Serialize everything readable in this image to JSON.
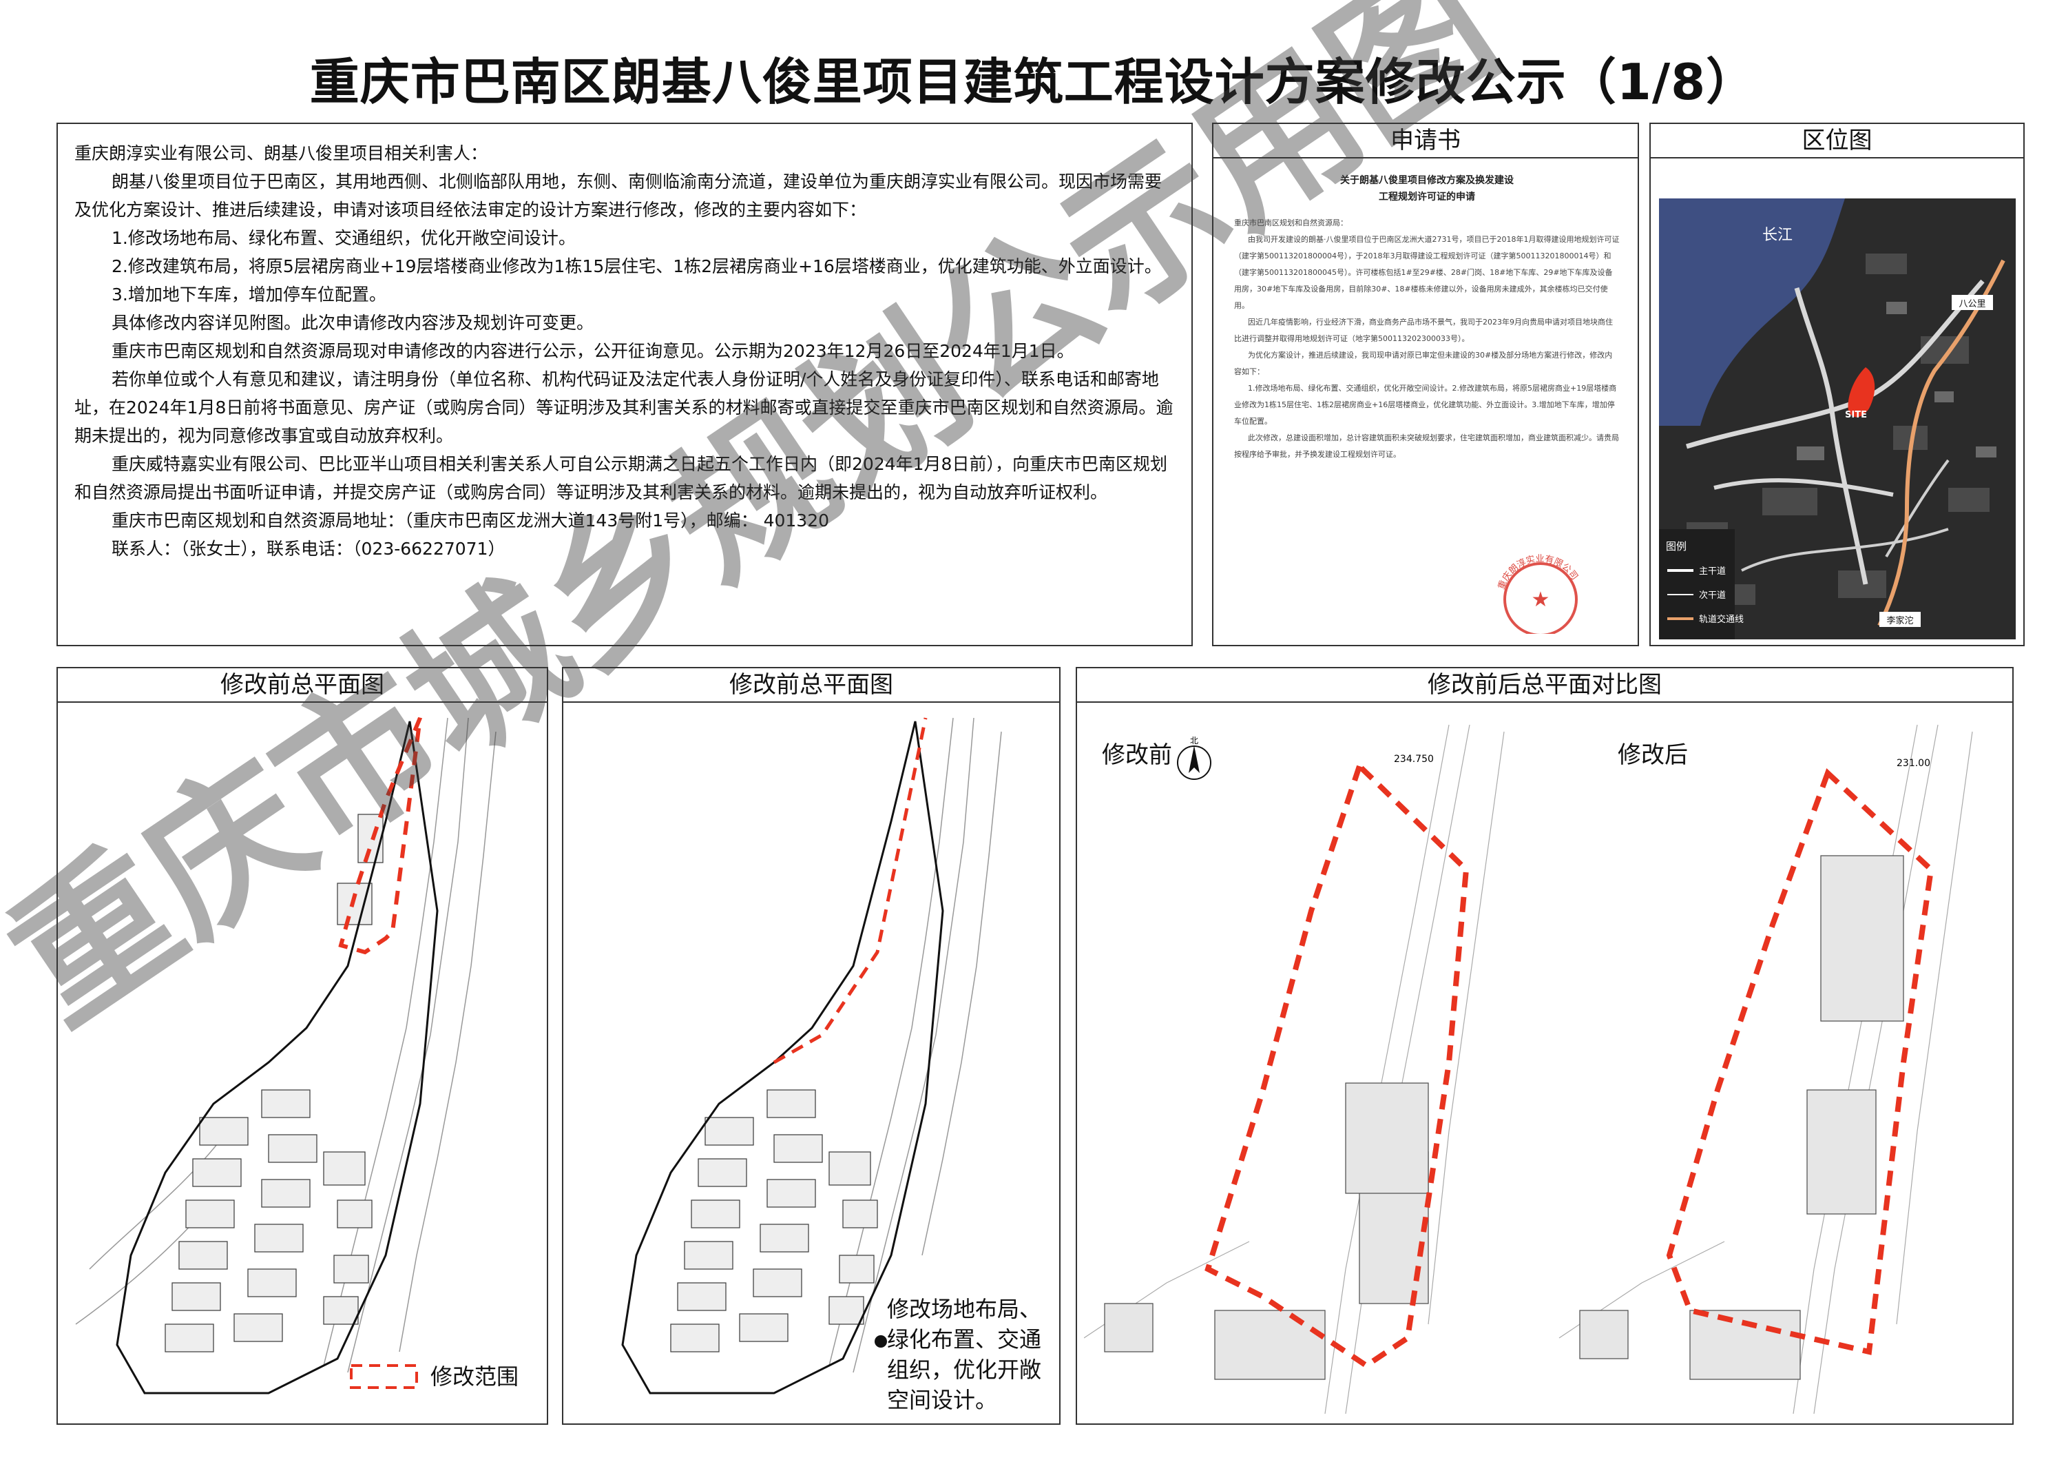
{
  "title": "重庆市巴南区朗基八俊里项目建筑工程设计方案修改公示（1/8）",
  "notice": {
    "greeting": "重庆朗淳实业有限公司、朗基八俊里项目相关利害人：",
    "p1": "朗基八俊里项目位于巴南区，其用地西侧、北侧临部队用地，东侧、南侧临渝南分流道，建设单位为重庆朗淳实业有限公司。现因市场需要及优化方案设计、推进后续建设，申请对该项目经依法审定的设计方案进行修改，修改的主要内容如下：",
    "item1": "1.修改场地布局、绿化布置、交通组织，优化开敞空间设计。",
    "item2": "2.修改建筑布局，将原5层裙房商业+19层塔楼商业修改为1栋15层住宅、1栋2层裙房商业+16层塔楼商业，优化建筑功能、外立面设计。",
    "item3": "3.增加地下车库，增加停车位配置。",
    "p2": "具体修改内容详见附图。此次申请修改内容涉及规划许可变更。",
    "p3": "重庆市巴南区规划和自然资源局现对申请修改的内容进行公示，公开征询意见。公示期为2023年12月26日至2024年1月1日。",
    "p4": "若你单位或个人有意见和建议，请注明身份（单位名称、机构代码证及法定代表人身份证明/个人姓名及身份证复印件）、联系电话和邮寄地址，在2024年1月8日前将书面意见、房产证（或购房合同）等证明涉及其利害关系的材料邮寄或直接提交至重庆市巴南区规划和自然资源局。逾期未提出的，视为同意修改事宜或自动放弃权利。",
    "p5": "重庆威特嘉实业有限公司、巴比亚半山项目相关利害关系人可自公示期满之日起五个工作日内（即2024年1月8日前），向重庆市巴南区规划和自然资源局提出书面听证申请，并提交房产证（或购房合同）等证明涉及其利害关系的材料。逾期未提出的，视为自动放弃听证权利。",
    "p6": "重庆市巴南区规划和自然资源局地址：（重庆市巴南区龙洲大道143号附1号），邮编： 401320",
    "p7": "联系人：（张女士），联系电话：（023-66227071）"
  },
  "application": {
    "panel_title": "申请书",
    "doc_title_line1": "关于朗基八俊里项目修改方案及换发建设",
    "doc_title_line2": "工程规划许可证的申请",
    "addressee": "重庆市巴南区规划和自然资源局：",
    "body1": "由我司开发建设的朗基·八俊里项目位于巴南区龙洲大道2731号，项目已于2018年1月取得建设用地规划许可证（建字第500113201800004号），于2018年3月取得建设工程规划许可证（建字第500113201800014号）和（建字第500113201800045号）。许可楼栋包括1#至29#楼、28#门岗、18#地下车库、29#地下车库及设备用房，30#地下车库及设备用房，目前除30#、18#楼栋未修建以外，设备用房未建成外，其余楼栋均已交付使用。",
    "body2": "因近几年疫情影响，行业经济下滑，商业商务产品市场不景气，我司于2023年9月向贵局申请对项目地块商住比进行调整并取得用地规划许可证（地字第500113202300033号）。",
    "body3": "为优化方案设计，推进后续建设，我司现申请对原已审定但未建设的30#楼及部分场地方案进行修改，修改内容如下：",
    "body4": "1.修改场地布局、绿化布置、交通组织，优化开敞空间设计。2.修改建筑布局，将原5层裙房商业+19层塔楼商业修改为1栋15层住宅、1栋2层裙房商业+16层塔楼商业，优化建筑功能、外立面设计。3.增加地下车库，增加停车位配置。",
    "body5": "此次修改，总建设面积增加，总计容建筑面积未突破规划要求，住宅建筑面积增加，商业建筑面积减少。请贵局按程序给予审批，并予换发建设工程规划许可证。",
    "seal": "重庆朗淳实业有限公司"
  },
  "location": {
    "panel_title": "区位图",
    "river": "长江",
    "site": "SITE",
    "legend_title": "图例",
    "legend_main": "主干道",
    "legend_secondary": "次干道",
    "legend_metro": "轨道交通线",
    "station1": "八公里",
    "station2": "李家沱"
  },
  "plan_before": {
    "panel_title": "修改前总平面图",
    "legend_label": "修改范围"
  },
  "plan_after": {
    "panel_title": "修改前总平面图",
    "note": "修改场地布局、绿化布置、交通组织，优化开敞空间设计。"
  },
  "comparison": {
    "panel_title": "修改前后总平面对比图",
    "before_label": "修改前",
    "after_label": "修改后",
    "north_label": "北",
    "elev_before": "234.750",
    "elev_after": "231.00"
  },
  "watermark": {
    "line1": "重庆市城乡规划公示用图"
  },
  "colors": {
    "boundary_red": "#e8331f",
    "border": "#333333",
    "watermark": "#5a5a5a"
  }
}
